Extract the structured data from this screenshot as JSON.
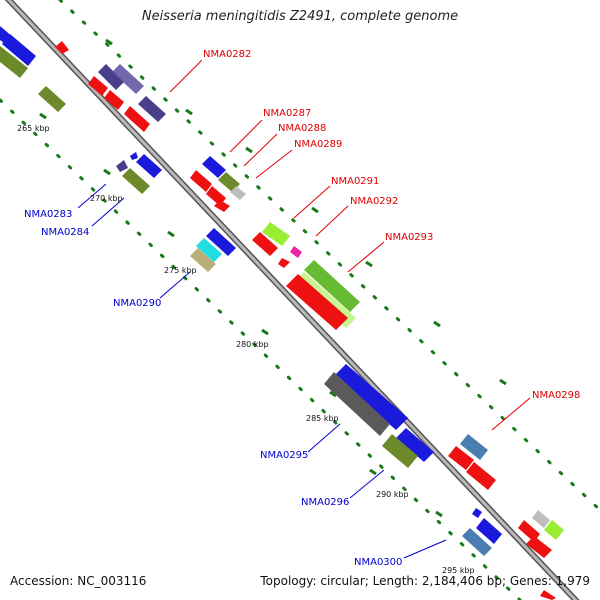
{
  "title": "Neisseria meningitidis Z2491, complete genome",
  "footer": {
    "accession": "Accession: NC_003116",
    "topology": "Topology: circular; Length: 2,184,406 bp; Genes: 1,979"
  },
  "colors": {
    "backbone": "#8a8a8a",
    "ticks": "#1a7a1a",
    "forward_label": "#dd0000",
    "reverse_label": "#0000cc"
  },
  "kbp_labels": [
    "265 kbp",
    "270 kbp",
    "275 kbp",
    "280 kbp",
    "285 kbp",
    "290 kbp",
    "295 kbp"
  ],
  "gene_labels": {
    "NMA0282": "NMA0282",
    "NMA0283": "NMA0283",
    "NMA0284": "NMA0284",
    "NMA0287": "NMA0287",
    "NMA0288": "NMA0288",
    "NMA0289": "NMA0289",
    "NMA0290": "NMA0290",
    "NMA0291": "NMA0291",
    "NMA0292": "NMA0292",
    "NMA0293": "NMA0293",
    "NMA0295": "NMA0295",
    "NMA0296": "NMA0296",
    "NMA0298": "NMA0298",
    "NMA0300": "NMA0300"
  }
}
